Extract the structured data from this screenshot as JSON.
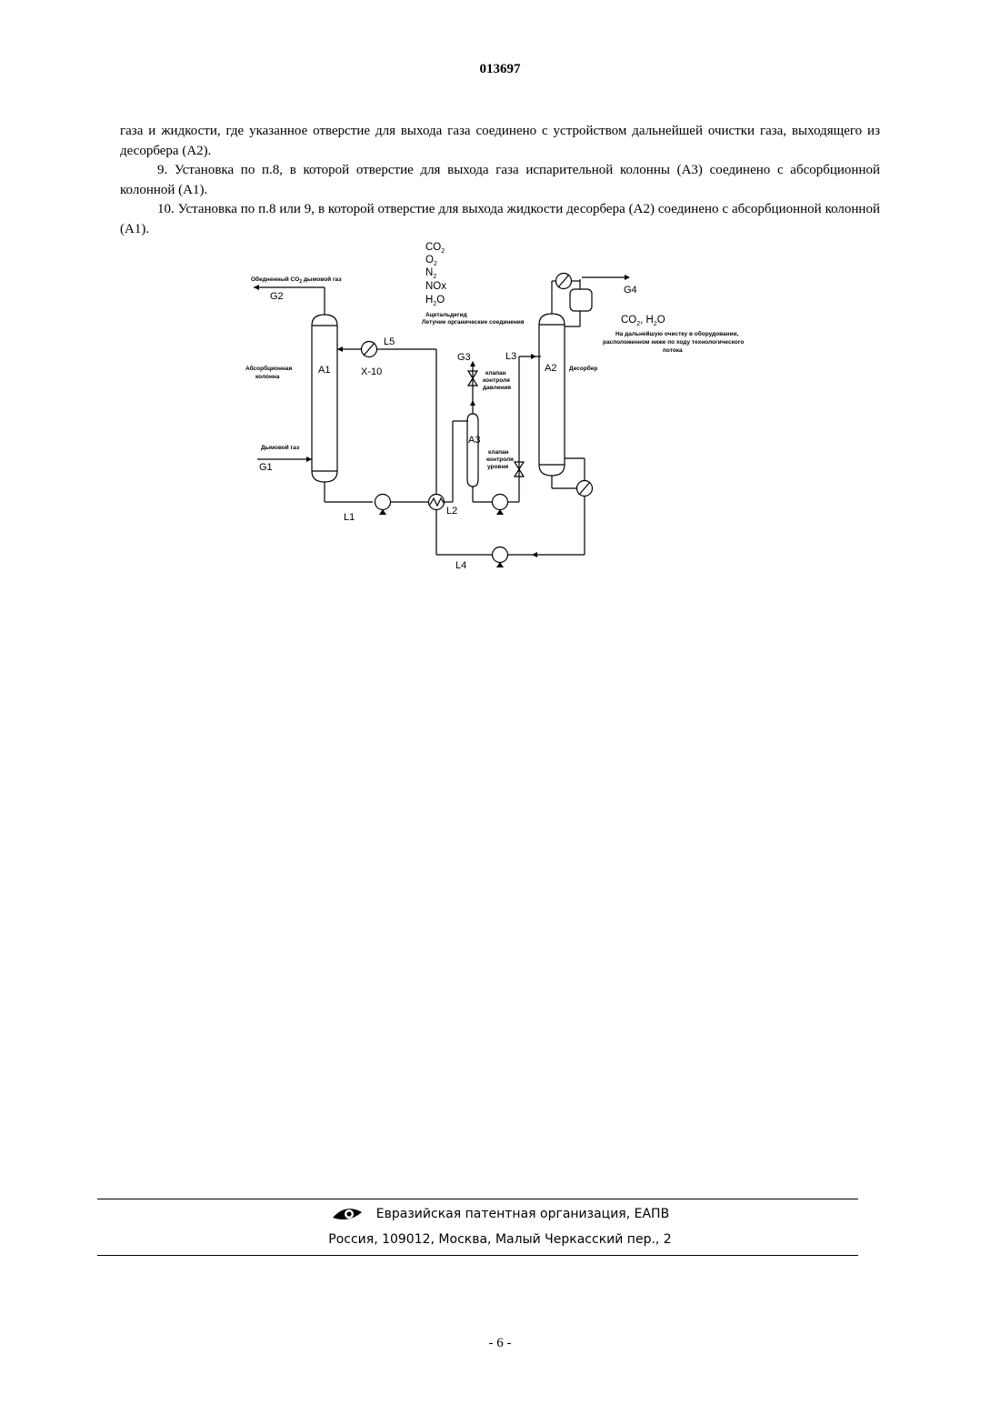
{
  "header": {
    "page_code": "013697"
  },
  "body": {
    "paragraphs": [
      "газа и жидкости, где указанное отверстие для выхода газа соединено с устройством дальнейшей очистки газа, выходящего из десорбера (А2).",
      "9. Установка по п.8, в которой отверстие для выхода газа испарительной колонны (А3) соединено с абсорбционной колонной (А1).",
      "10. Установка по п.8 или 9, в которой отверстие для выхода жидкости десорбера (А2) соединено с абсорбционной колонной (А1)."
    ]
  },
  "diagram": {
    "gas_components": [
      "CO",
      "2",
      "O",
      "2",
      "N",
      "2",
      "NOx",
      "H",
      "2",
      "O"
    ],
    "impurities": [
      "Ацетальдегид",
      "Летучие органические соединения"
    ],
    "labels": {
      "g2_desc": "Обедненный CO",
      "g2_desc_sub": "2",
      "g2_desc_tail": " дымовой газ",
      "g2": "G2",
      "g1_desc": "Дымовой газ",
      "g1": "G1",
      "absorber_name_1": "Абсорбционная",
      "absorber_name_2": "колонна",
      "a1": "A1",
      "x10": "X-10",
      "l5": "L5",
      "l1": "L1",
      "l2": "L2",
      "l3": "L3",
      "l4": "L4",
      "g3": "G3",
      "a3": "A3",
      "pressure_valve_1": "клапан",
      "pressure_valve_2": "контроля",
      "pressure_valve_3": "давления",
      "level_valve_1": "клапан",
      "level_valve_2": "контроля",
      "level_valve_3": "уровня",
      "a2": "A2",
      "desorber_name": "Десорбер",
      "g4": "G4",
      "g4_gas_1": "CO",
      "g4_gas_sub_1": "2",
      "g4_gas_2": ", H",
      "g4_gas_sub_2": "2",
      "g4_gas_3": "O",
      "further_1": "На дальнейшую очистку в оборудовании,",
      "further_2": "расположенном ниже по ходу технологического",
      "further_3": "потока"
    }
  },
  "footer": {
    "organization": "Евразийская патентная организация, ЕАПВ",
    "address": "Россия, 109012, Москва, Малый Черкасский пер., 2"
  },
  "page_number": "- 6 -"
}
